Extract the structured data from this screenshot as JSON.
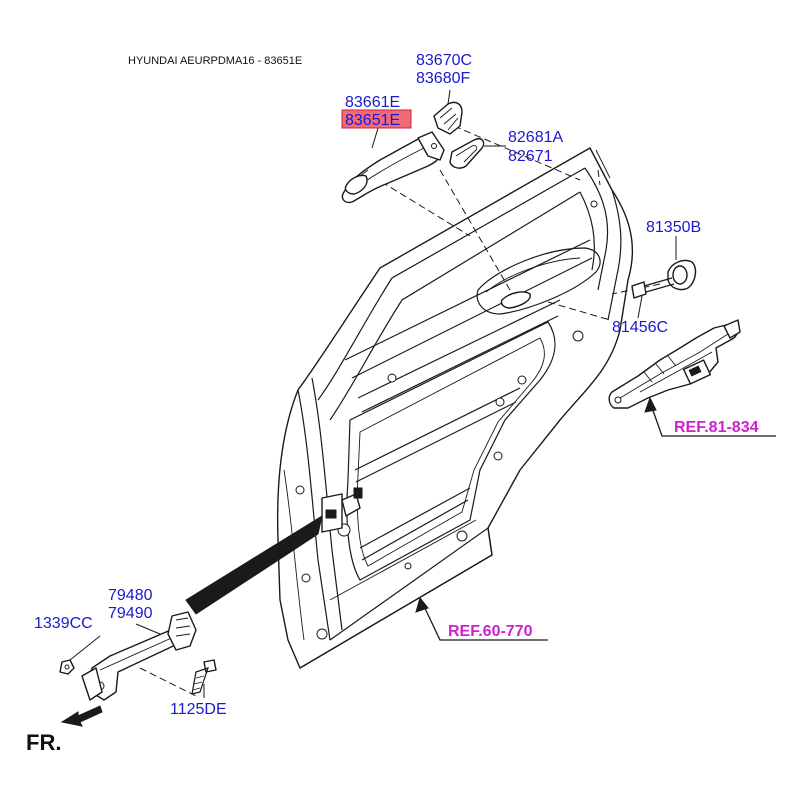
{
  "title": "HYUNDAI AEURPDMA16 - 83651E",
  "highlight_color": "#f06a7a",
  "label_color": "#1a1acc",
  "ref_color": "#cc22cc",
  "labels": {
    "p83670C": "83670C",
    "p83680F": "83680F",
    "p83661E": "83661E",
    "p83651E": "83651E",
    "p82681A": "82681A",
    "p82671": "82671",
    "p81350B": "81350B",
    "p81456C": "81456C",
    "p79480": "79480",
    "p79490": "79490",
    "p1339CC": "1339CC",
    "p1125DE": "1125DE"
  },
  "refs": {
    "r81834": "REF.81-834",
    "r60770": "REF.60-770"
  },
  "direction": {
    "label": "FR.",
    "arrow_icon": "front-direction-arrow-icon"
  }
}
